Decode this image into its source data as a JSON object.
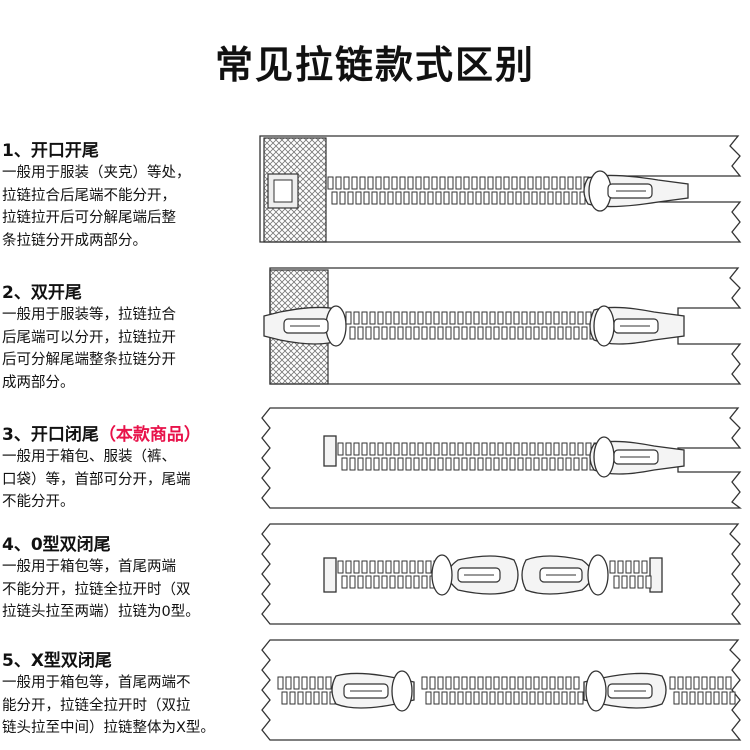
{
  "title": "常见拉链款式区别",
  "items": [
    {
      "heading": "1、开口开尾",
      "heading_note": "",
      "lines": [
        "一般用于服装（夹克）等处，",
        "拉链拉合后尾端不能分开，",
        "拉链拉开后可分解尾端后整",
        "条拉链分开成两部分。"
      ]
    },
    {
      "heading": "2、双开尾",
      "heading_note": "",
      "lines": [
        "一般用于服装等，拉链拉合",
        "后尾端可以分开，拉链拉开",
        "后可分解尾端整条拉链分开",
        "成两部分。"
      ]
    },
    {
      "heading": "3、开口闭尾",
      "heading_note": "（本款商品）",
      "lines": [
        "一般用于箱包、服装（裤、",
        "口袋）等，首部可分开，尾端",
        "不能分开。"
      ]
    },
    {
      "heading": "4、0型双闭尾",
      "heading_note": "",
      "lines": [
        "一般用于箱包等，首尾两端",
        "不能分开，拉链全拉开时（双",
        "拉链头拉至两端）拉链为0型。"
      ]
    },
    {
      "heading": "5、X型双闭尾",
      "heading_note": "",
      "lines": [
        "一般用于箱包等，首尾两端不",
        "能分开，拉链全拉开时（双拉",
        "链头拉至中间）拉链整体为X型。"
      ]
    }
  ],
  "colors": {
    "text": "#111111",
    "highlight": "#e8124a",
    "line": "#3a3a3a"
  }
}
